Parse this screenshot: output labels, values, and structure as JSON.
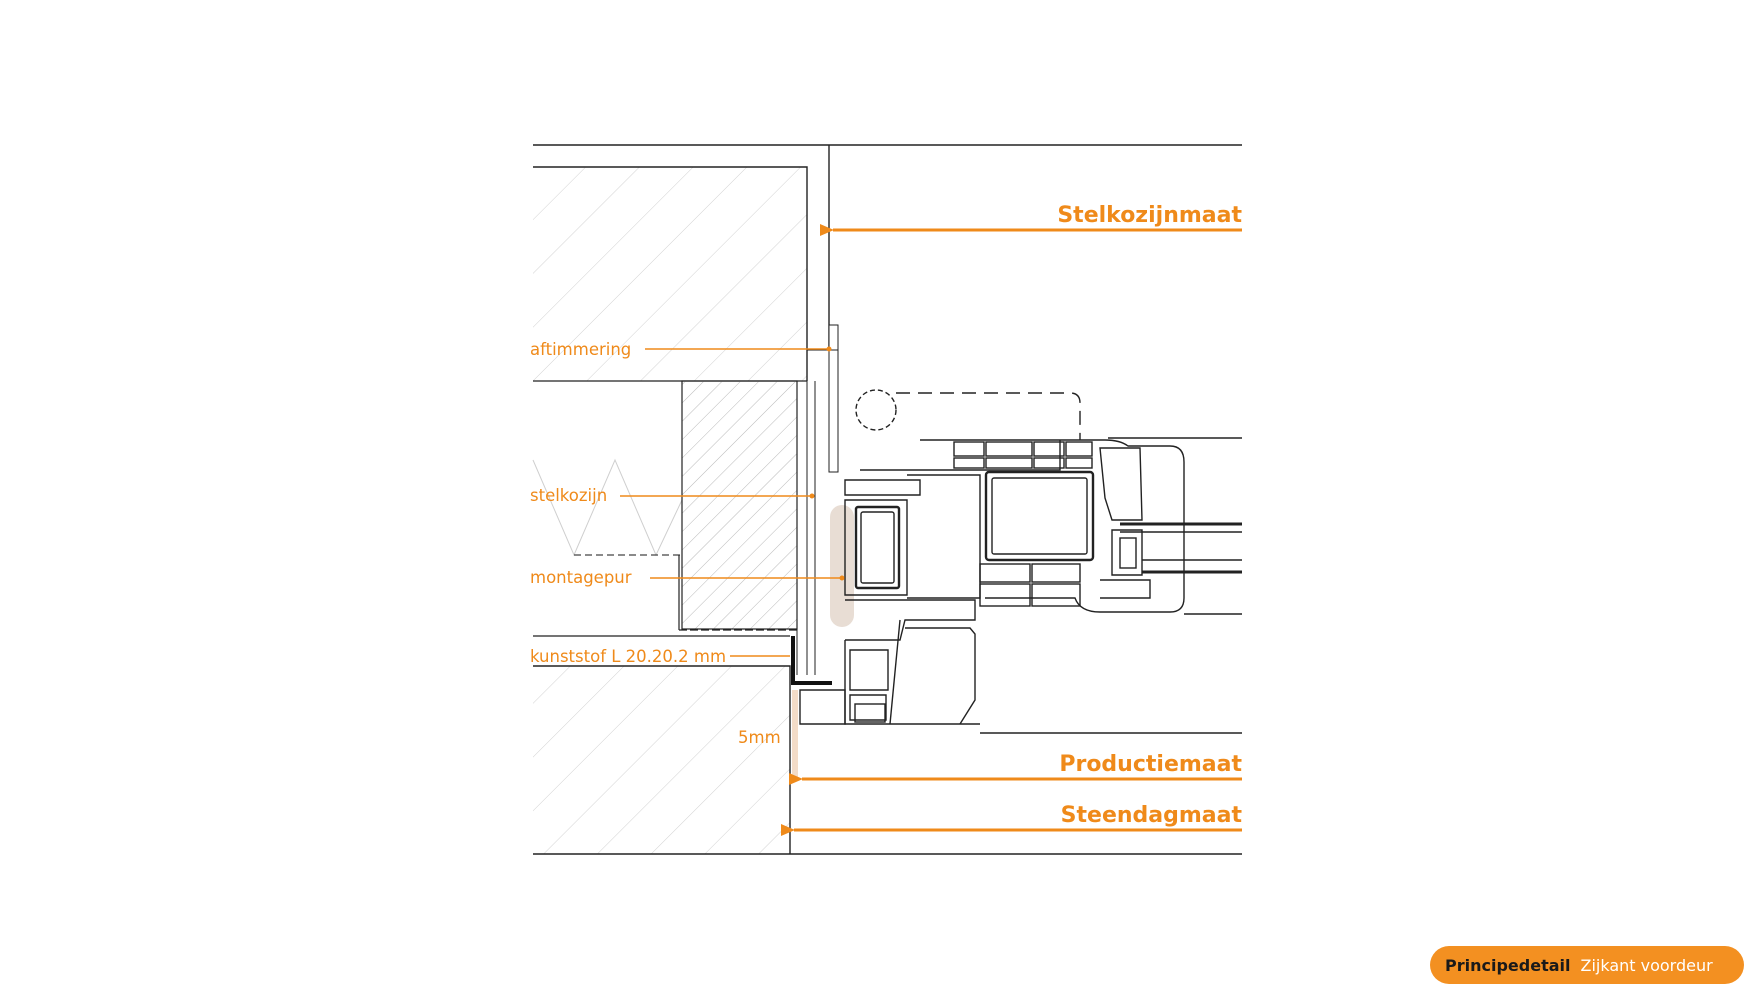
{
  "colors": {
    "accent": "#ef8a1a",
    "line": "#222222",
    "hatch": "#cfcfcf",
    "foam": "#e8ddd4",
    "badge_bg": "#f39021"
  },
  "labels": {
    "aftimmering": "aftimmering",
    "stelkozijn": "stelkozijn",
    "montagepur": "montagepur",
    "kunststof": "kunststof L 20.20.2 mm",
    "gap": "5mm"
  },
  "dimensions": {
    "stelkozijnmaat": "Stelkozijnmaat",
    "productiemaat": "Productiemaat",
    "steendagmaat": "Steendagmaat"
  },
  "badge": {
    "title": "Principedetail",
    "subtitle": "Zijkant voordeur"
  }
}
